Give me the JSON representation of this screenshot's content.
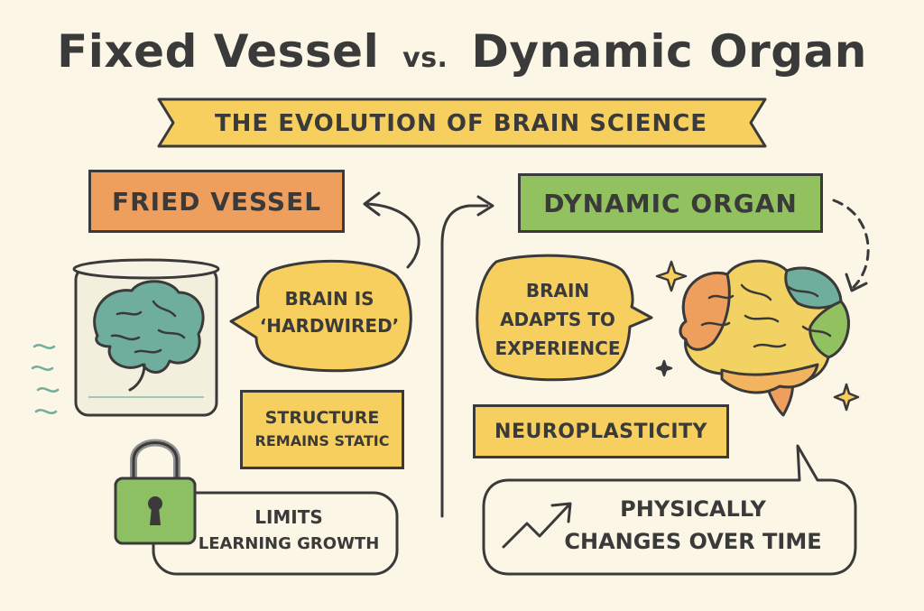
{
  "title": {
    "left": "Fixed Vessel",
    "vs": "vs.",
    "right": "Dynamic Organ"
  },
  "banner": {
    "text": "THE EVOLUTION OF BRAIN SCIENCE",
    "color": "#f7cf5e"
  },
  "left_panel": {
    "heading": "FRIED VESSEL",
    "heading_color": "#ee9f5e",
    "speech_line1": "BRAIN IS",
    "speech_line2": "‘HARDWIRED’",
    "note_line1": "STRUCTURE",
    "note_line2": "REMAINS STATIC",
    "note_color": "#f7cf5e",
    "limit_line1": "LIMITS",
    "limit_line2": "LEARNING GROWTH",
    "brain_color": "#6fae9c",
    "lock_color": "#8cc063"
  },
  "right_panel": {
    "heading": "DYNAMIC ORGAN",
    "heading_color": "#92c25f",
    "speech_line1": "BRAIN",
    "speech_line2": "ADAPTS TO",
    "speech_line3": "EXPERIENCE",
    "note": "NEUROPLASTICITY",
    "note_color": "#f7cf5e",
    "change_line1": "PHYSICALLY",
    "change_line2": "CHANGES OVER TIME"
  }
}
